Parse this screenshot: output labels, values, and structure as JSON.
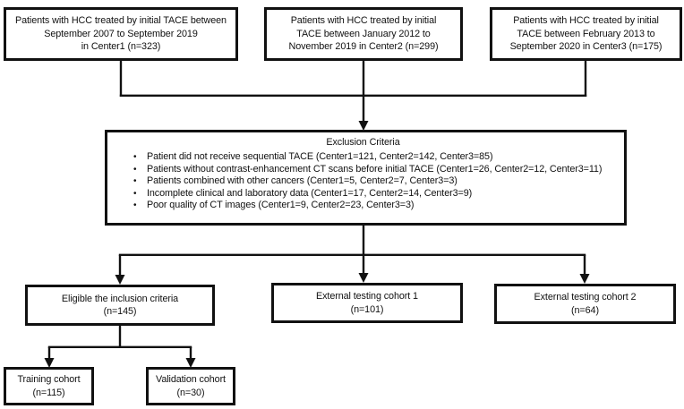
{
  "flowchart": {
    "top_boxes": [
      {
        "lines": [
          "Patients with HCC treated by initial TACE between",
          "September 2007 to September 2019",
          "in Center1 (n=323)"
        ]
      },
      {
        "lines": [
          "Patients with HCC treated by initial",
          "TACE between January 2012 to",
          "November 2019 in Center2 (n=299)"
        ]
      },
      {
        "lines": [
          "Patients with HCC treated by initial",
          "TACE between February 2013 to",
          "September 2020 in Center3 (n=175)"
        ]
      }
    ],
    "exclusion": {
      "title": "Exclusion Criteria",
      "items": [
        "Patient did not receive sequential TACE (Center1=121, Center2=142, Center3=85)",
        "Patients without contrast-enhancement CT scans before initial TACE (Center1=26, Center2=12, Center3=11)",
        "Patients combined with other cancers (Center1=5, Center2=7, Center3=3)",
        "Incomplete clinical and laboratory data (Center1=17, Center2=14, Center3=9)",
        "Poor quality of CT images (Center1=9, Center2=23, Center3=3)"
      ]
    },
    "eligible": {
      "lines": [
        "Eligible the inclusion criteria",
        "(n=145)"
      ]
    },
    "external1": {
      "lines": [
        "External testing cohort 1",
        "(n=101)"
      ]
    },
    "external2": {
      "lines": [
        "External testing cohort 2",
        "(n=64)"
      ]
    },
    "training": {
      "lines": [
        "Training cohort",
        "(n=115)"
      ]
    },
    "validation": {
      "lines": [
        "Validation cohort",
        "(n=30)"
      ]
    }
  },
  "colors": {
    "border": "#111111",
    "background": "#ffffff",
    "text": "#111111",
    "line": "#111111"
  }
}
